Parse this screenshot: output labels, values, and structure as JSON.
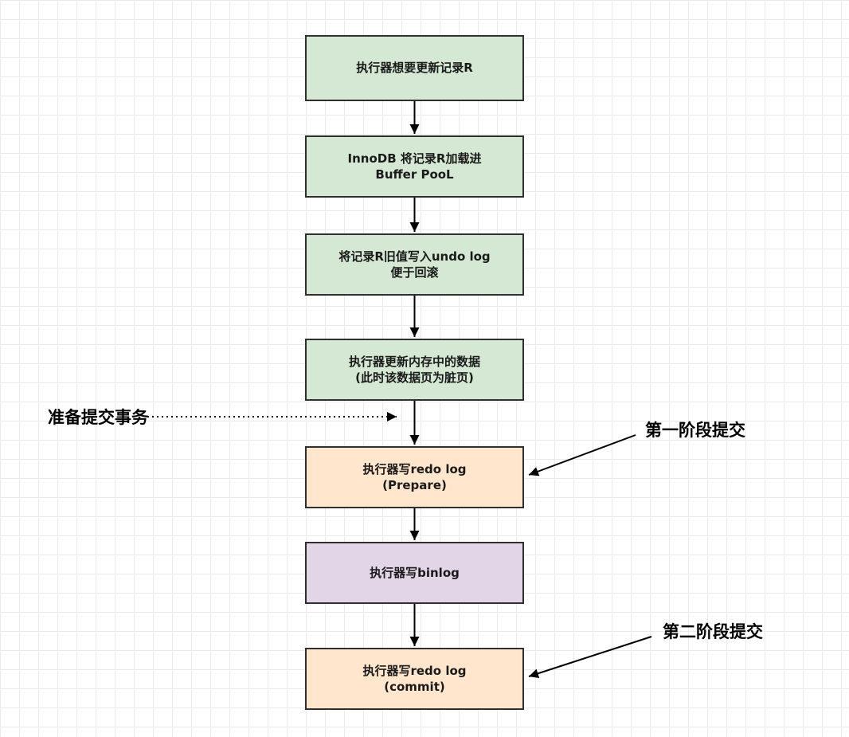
{
  "canvas": {
    "background": "#ffffff",
    "grid_color": "#e9ebeb"
  },
  "diagram": {
    "type": "flowchart",
    "arrow_color": "#000000",
    "nodes": [
      {
        "label": "执行器想要更新记录R",
        "fill": "#d5e8d4",
        "border": "#2f2f2f"
      },
      {
        "label": "InnoDB 将记录R加载进\nBuffer PooL",
        "fill": "#d5e8d4",
        "border": "#2f2f2f"
      },
      {
        "label": "将记录R旧值写入undo log\n便于回滚",
        "fill": "#d5e8d4",
        "border": "#2f2f2f"
      },
      {
        "label": "执行器更新内存中的数据\n(此时该数据页为脏页)",
        "fill": "#d5e8d4",
        "border": "#2f2f2f"
      },
      {
        "label": "执行器写redo log\n(Prepare)",
        "fill": "#ffe6cc",
        "border": "#2f2f2f"
      },
      {
        "label": "执行器写binlog",
        "fill": "#e1d5e7",
        "border": "#2f2f2f"
      },
      {
        "label": "执行器写redo log\n(commit)",
        "fill": "#ffe6cc",
        "border": "#2f2f2f"
      }
    ],
    "annotations": {
      "prepare": "准备提交事务",
      "phase1": "第一阶段提交",
      "phase2": "第二阶段提交"
    }
  }
}
